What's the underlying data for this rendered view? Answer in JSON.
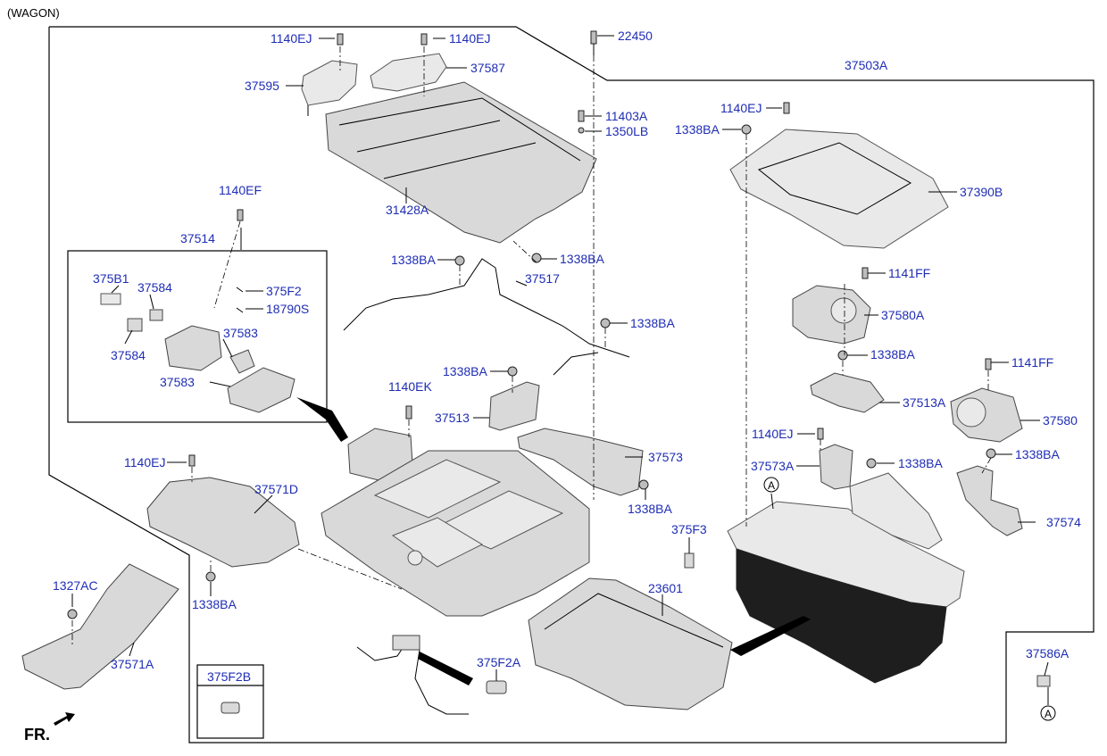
{
  "header": {
    "variant": "(WAGON)"
  },
  "fr_label": "FR.",
  "detail_box_label": "375F2B",
  "ref_marker": "A",
  "labels": {
    "l1140ej_a": "1140EJ",
    "l1140ej_b": "1140EJ",
    "l22450": "22450",
    "l37503a": "37503A",
    "l37595": "37595",
    "l37587": "37587",
    "l11403a": "11403A",
    "l1350lb": "1350LB",
    "l1140ej_c": "1140EJ",
    "l1338ba_a": "1338BA",
    "l37390b": "37390B",
    "l31428a": "31428A",
    "l1140ef": "1140EF",
    "l37514": "37514",
    "l1338ba_b": "1338BA",
    "l1338ba_c": "1338BA",
    "l1141ff_a": "1141FF",
    "l375b1": "375B1",
    "l37584_a": "37584",
    "l375f2": "375F2",
    "l37517": "37517",
    "l18790s": "18790S",
    "l37580a": "37580A",
    "l1338ba_d": "1338BA",
    "l37583_a": "37583",
    "l37584_b": "37584",
    "l1338ba_e": "1338BA",
    "l1338ba_f": "1338BA",
    "l1141ff_b": "1141FF",
    "l37583_b": "37583",
    "l1140ek": "1140EK",
    "l37513a": "37513A",
    "l37513": "37513",
    "l37580": "37580",
    "l1140ej_d": "1140EJ",
    "l37573": "37573",
    "l1338ba_g": "1338BA",
    "l1140ej_e": "1140EJ",
    "l37573a": "37573A",
    "l1338ba_h": "1338BA",
    "l37571d": "37571D",
    "l1338ba_i": "1338BA",
    "l375f3": "375F3",
    "l37574": "37574",
    "l1327ac": "1327AC",
    "l1338ba_j": "1338BA",
    "l23601": "23601",
    "l37586a": "37586A",
    "l37571a": "37571A",
    "l375f2a": "375F2A"
  }
}
